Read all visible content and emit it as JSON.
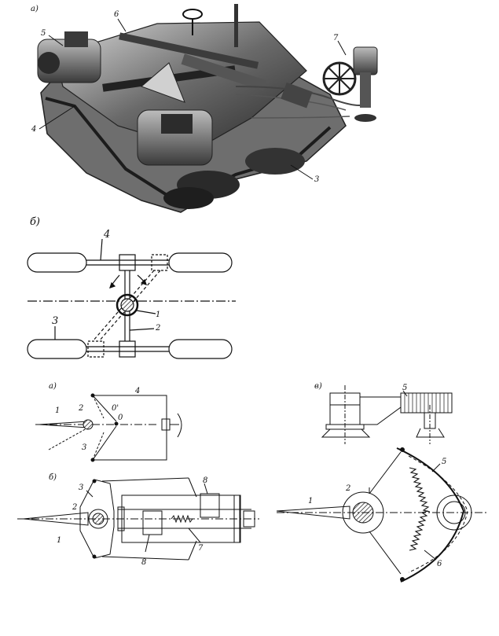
{
  "panel_a_photo": {
    "panel_label": "а)",
    "callouts": [
      "5",
      "6",
      "7",
      "4",
      "3"
    ]
  },
  "panel_b_scheme": {
    "panel_label": "б)",
    "callouts": [
      "4",
      "3",
      "1",
      "2"
    ]
  },
  "lower_a": {
    "panel_label": "а)",
    "callouts": [
      "4",
      "1",
      "2",
      "0'",
      "0",
      "3"
    ]
  },
  "lower_v": {
    "panel_label": "в)",
    "callouts": [
      "5"
    ]
  },
  "lower_b": {
    "panel_label": "б)",
    "callouts": [
      "3",
      "8",
      "2",
      "1",
      "7",
      "8"
    ]
  },
  "lower_sector": {
    "callouts": [
      "1",
      "2",
      "5",
      "6"
    ]
  }
}
